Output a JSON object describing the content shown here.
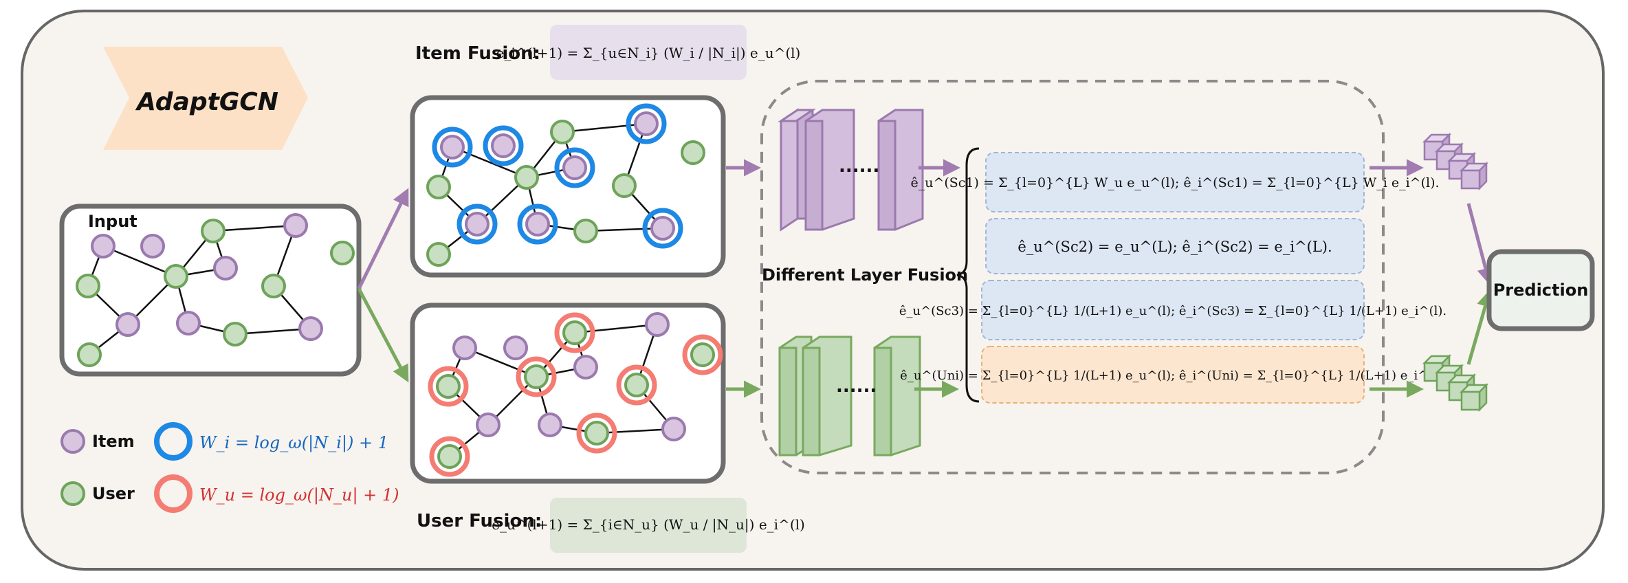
{
  "title": "AdaptGCN",
  "input_label": "Input",
  "item_fusion": {
    "label": "Item Fusion:",
    "formula": "e_i^(l+1) = Σ_{u∈N_i} (W_i / |N_i|) e_u^(l)"
  },
  "user_fusion": {
    "label": "User Fusion:",
    "formula": "e_u^(l+1) = Σ_{i∈N_u} (W_u / |N_u|) e_i^(l)"
  },
  "layer_fusion_label": "Different Layer Fusion",
  "dots": "......",
  "formulas": {
    "sc1": "ê_u^(Sc1) = Σ_{l=0}^{L} W_u e_u^(l);   ê_i^(Sc1) = Σ_{l=0}^{L} W_i e_i^(l).",
    "sc2": "ê_u^(Sc2) = e_u^(L);   ê_i^(Sc2) = e_i^(L).",
    "sc3": "ê_u^(Sc3) = Σ_{l=0}^{L} 1/(L+1) e_u^(l);   ê_i^(Sc3) = Σ_{l=0}^{L} 1/(L+1) e_i^(l).",
    "uni": "ê_u^(Uni) = Σ_{l=0}^{L} 1/(L+1) e_u^(l);   ê_i^(Uni) = Σ_{l=0}^{L} 1/(L+1) e_i^(l)."
  },
  "prediction_label": "Prediction",
  "legend": {
    "item_label": "Item",
    "user_label": "User",
    "item_weight": "W_i = log_ω(|N_i|) + 1",
    "user_weight": "W_u = log_ω(|N_u| + 1)"
  },
  "colors": {
    "item_node": "#d9c5e0",
    "item_stroke": "#9a7aae",
    "user_node": "#c9dfc2",
    "user_stroke": "#6ea35a",
    "item_ring": "#1e88e5",
    "user_ring": "#f47c72",
    "purple_arrow": "#a07cb0",
    "green_arrow": "#79a95f",
    "frame_bg": "#f7f3ee",
    "title_chevron": "#fde1c6"
  }
}
